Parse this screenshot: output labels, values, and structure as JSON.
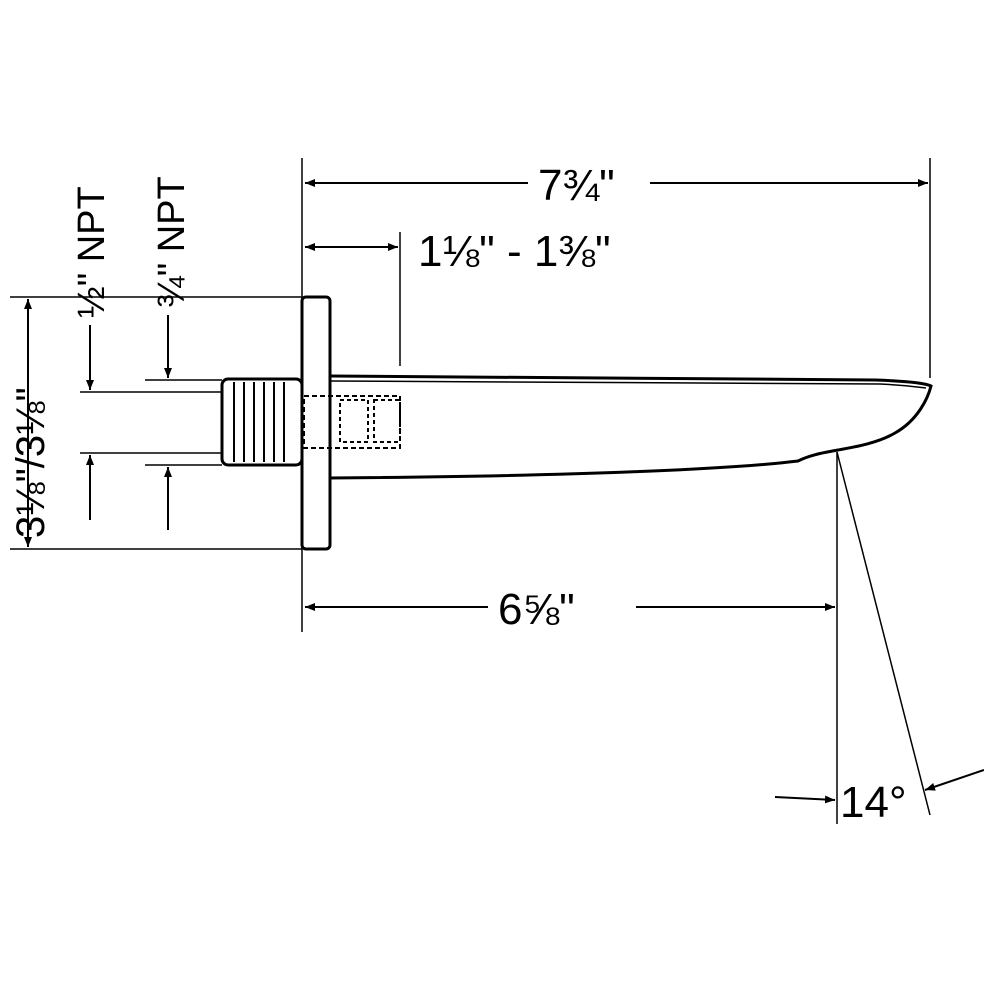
{
  "dimensions": {
    "overall_length": "7¾\"",
    "wall_offset": "1⅛\" - 1⅜\"",
    "outlet_position": "6⅝\"",
    "spout_angle": "14°",
    "height": "3⅛\"/3⅛\"",
    "thread_half_npt": "½\" NPT",
    "thread_three_quarter_npt": "¾\" NPT"
  },
  "colors": {
    "line": "#000000",
    "background": "#ffffff"
  }
}
